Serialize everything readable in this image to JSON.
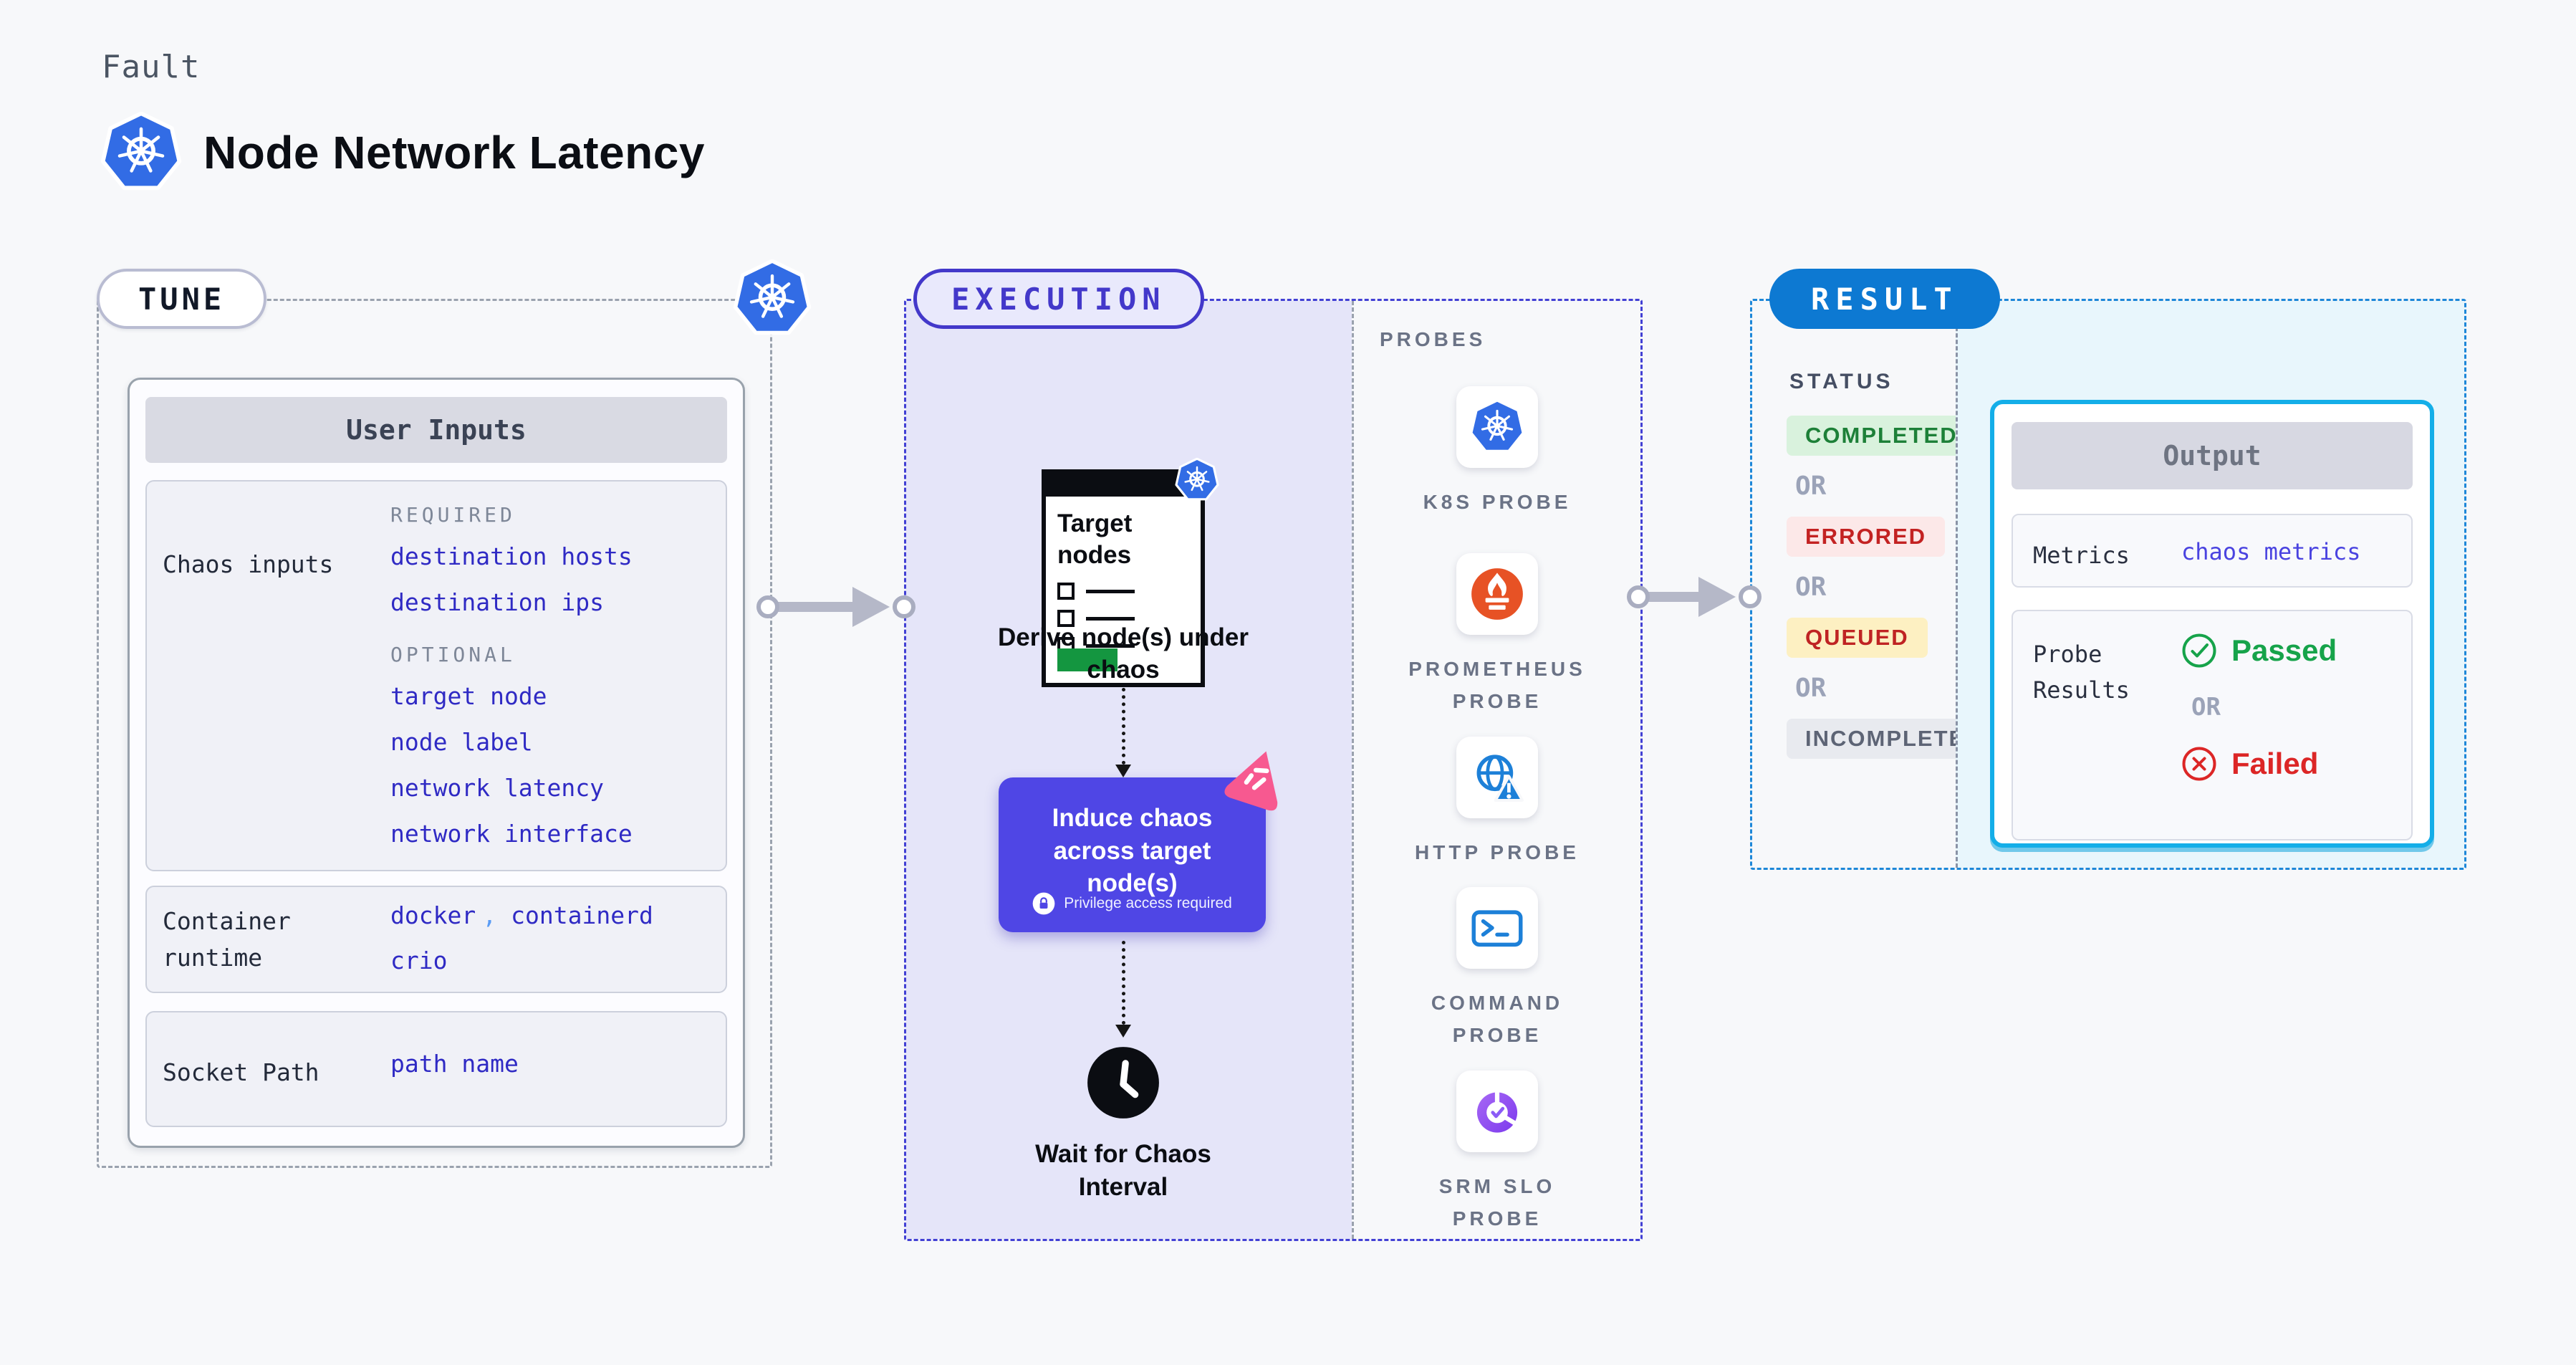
{
  "header": {
    "kicker": "Fault",
    "title": "Node Network Latency"
  },
  "tune": {
    "label": "TUNE",
    "user_inputs_title": "User Inputs",
    "chaos_inputs_label": "Chaos inputs",
    "required_label": "REQUIRED",
    "required_items": [
      "destination hosts",
      "destination ips"
    ],
    "optional_label": "OPTIONAL",
    "optional_items": [
      "target node",
      "node label",
      "network latency",
      "network interface"
    ],
    "container_runtime_label": "Container runtime",
    "container_runtime_values": [
      "docker",
      "containerd",
      "crio"
    ],
    "container_runtime_separator": ",",
    "socket_path_label": "Socket Path",
    "socket_path_value": "path name"
  },
  "execution": {
    "label": "EXECUTION",
    "target_card_title": "Target nodes",
    "derive_text": "Derive node(s) under chaos",
    "induce_text": "Induce chaos across target node(s)",
    "privilege_text": "Privilege access required",
    "wait_text": "Wait for Chaos Interval"
  },
  "probes": {
    "heading": "PROBES",
    "items": [
      {
        "icon": "kubernetes-icon",
        "label": "K8S PROBE"
      },
      {
        "icon": "prometheus-icon",
        "label": "PROMETHEUS PROBE"
      },
      {
        "icon": "http-globe-warning-icon",
        "label": "HTTP PROBE"
      },
      {
        "icon": "terminal-icon",
        "label": "COMMAND PROBE"
      },
      {
        "icon": "slo-gauge-check-icon",
        "label": "SRM SLO PROBE"
      }
    ]
  },
  "result": {
    "label": "RESULT",
    "status_heading": "STATUS",
    "or_label": "OR",
    "statuses": [
      {
        "label": "COMPLETED",
        "color": "#1d8038",
        "bg": "#d9f2dd"
      },
      {
        "label": "ERRORED",
        "color": "#c32222",
        "bg": "#fce8e8"
      },
      {
        "label": "QUEUED",
        "color": "#bf2323",
        "bg": "#fdf0c2"
      },
      {
        "label": "INCOMPLETED",
        "color": "#5d6475",
        "bg": "#e8eaef"
      }
    ],
    "output": {
      "title": "Output",
      "metrics_label": "Metrics",
      "metrics_value": "chaos metrics",
      "probe_results_label": "Probe Results",
      "passed_label": "Passed",
      "failed_label": "Failed"
    }
  },
  "colors": {
    "page_bg": "#f7f8fa",
    "kubernetes_blue": "#326ce5",
    "execution_accent": "#4338ca",
    "execution_bg": "#e5e5f9",
    "result_accent": "#0d79d2",
    "result_border": "#1d87d8",
    "output_border": "#14aee8",
    "output_zone_bg": "#e8f6fc",
    "induce_bg": "#4f46e5",
    "link_indigo": "#2f2ac4",
    "prometheus_orange": "#e75225",
    "probe_blue": "#1d80d8",
    "srm_purple": "#8b5cf6",
    "chaos_pink": "#f75990",
    "passed_green": "#16a34a",
    "failed_red": "#dc2626",
    "target_green": "#149640",
    "arrow_grey": "#b5b8c8"
  }
}
